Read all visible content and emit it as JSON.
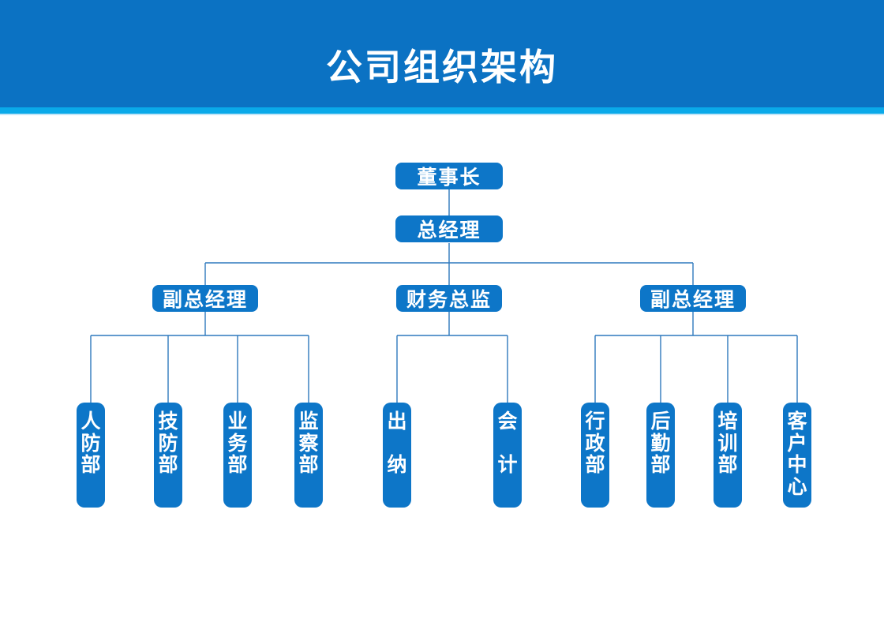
{
  "header": {
    "title": "公司组织架构"
  },
  "org": {
    "chairman": "董事长",
    "general_manager": "总经理",
    "branches": [
      {
        "label": "副总经理",
        "children": [
          "人防部",
          "技防部",
          "业务部",
          "监察部"
        ]
      },
      {
        "label": "财务总监",
        "children": [
          "出纳",
          "会计"
        ]
      },
      {
        "label": "副总经理",
        "children": [
          "行政部",
          "后勤部",
          "培训部",
          "客户中心"
        ]
      }
    ]
  },
  "colors": {
    "header_band": "#0b72c3",
    "accent_strip": "#0aa9e9",
    "accent_underline": "#c3e6f8",
    "node_fill": "#0d76c8",
    "connector": "#2f79bd",
    "text": "#ffffff"
  }
}
